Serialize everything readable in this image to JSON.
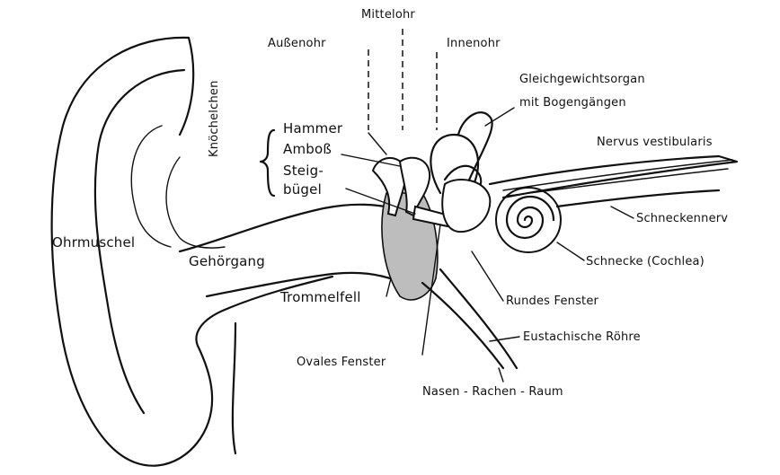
{
  "labels": {
    "mittelohr": "Mittelohr",
    "aussenohr": "Außenohr",
    "innenohr": "Innenohr",
    "gleichgewicht_1": "Gleichgewichtsorgan",
    "gleichgewicht_2": "mit Bogengängen",
    "nervus": "Nervus vestibularis",
    "hammer": "Hammer",
    "amboss": "Amboß",
    "steig_1": "Steig-",
    "steig_2": "bügel",
    "knoechelchen": "Knöchelchen",
    "schneckennerv": "Schneckennerv",
    "ohrmuschel": "Ohrmuschel",
    "gehoergang": "Gehörgang",
    "schnecke": "Schnecke (Cochlea)",
    "trommelfell": "Trommelfell",
    "rundes_fenster": "Rundes Fenster",
    "eustach": "Eustachische Röhre",
    "ovales_fenster": "Ovales Fenster",
    "nasen": "Nasen - Rachen - Raum"
  }
}
